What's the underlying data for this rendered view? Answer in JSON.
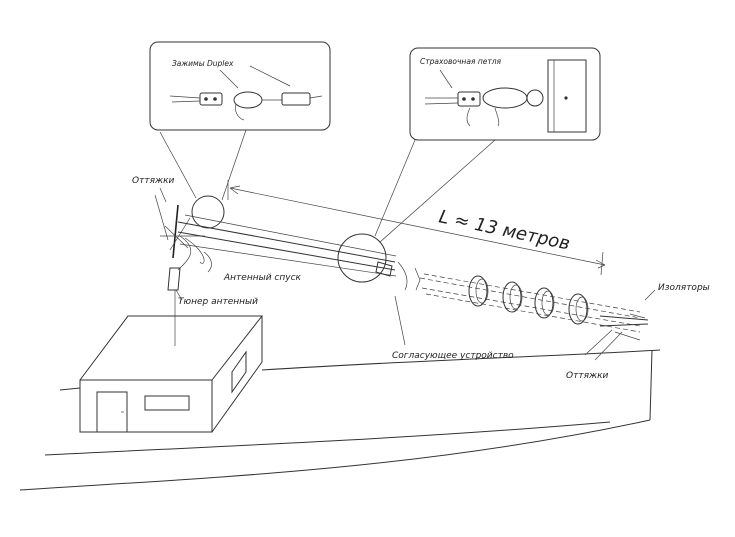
{
  "labels": {
    "duplex_clamps": "Зажимы Duplex",
    "guy_loop": "Страховочная петля",
    "guys_left": "Оттяжки",
    "antenna_drop": "Антенный спуск",
    "antenna_tuner": "Тюнер антенный",
    "length": "L ≈ 13 метров",
    "matching_device": "Согласующее устройство",
    "insulators": "Изоляторы",
    "guys_right": "Оттяжки"
  }
}
